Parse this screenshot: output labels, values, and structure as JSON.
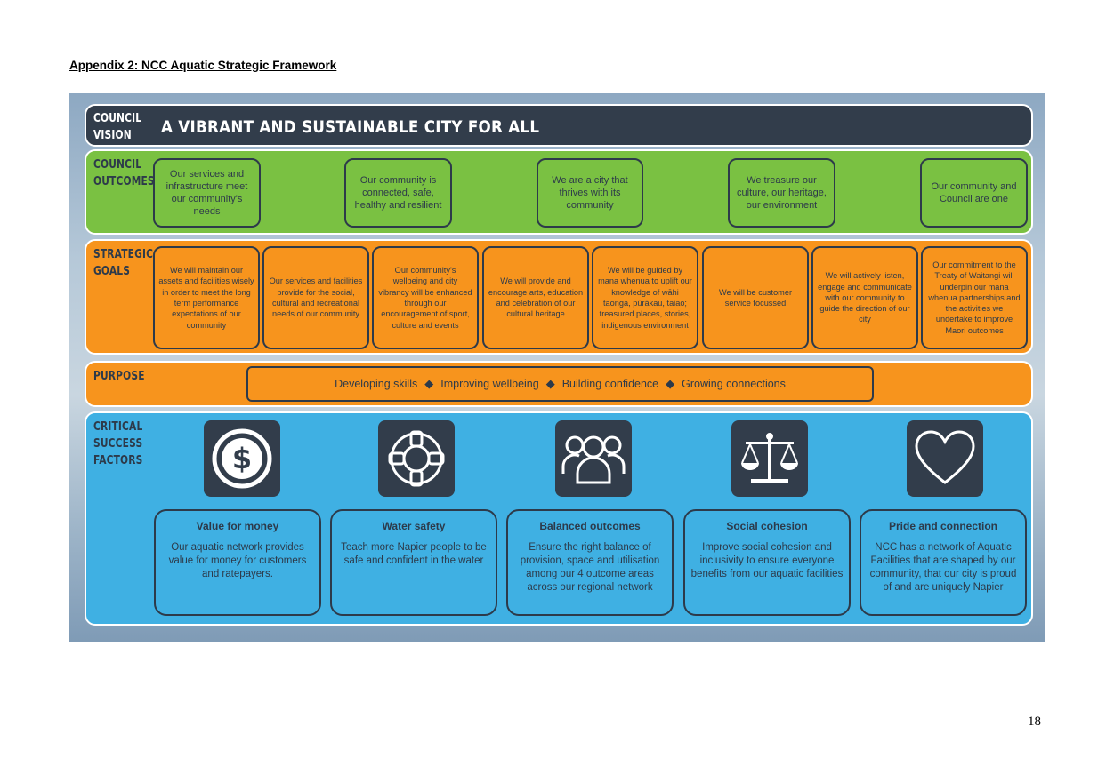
{
  "heading": "Appendix 2: NCC Aquatic Strategic Framework",
  "page_number": "18",
  "vision": {
    "label": "COUNCIL\nVISION",
    "text": "A VIBRANT AND SUSTAINABLE CITY FOR ALL"
  },
  "outcomes": {
    "label": "COUNCIL\nOUTCOMES",
    "items": [
      "Our services and infrastructure meet our community's needs",
      "Our community is connected, safe, healthy and resilient",
      "We are a city that thrives with its community",
      "We treasure our culture, our heritage, our environment",
      "Our community and Council are one"
    ]
  },
  "goals": {
    "label": "STRATEGIC\nGOALS",
    "items": [
      "We will maintain our assets and facilities wisely in order to meet the long term performance expectations of our community",
      "Our services and facilities provide for the social, cultural and recreational needs of our community",
      "Our community's wellbeing and city vibrancy will be enhanced through our encouragement of sport, culture and events",
      "We will provide and encourage arts, education and celebration of our cultural heritage",
      "We will be guided by mana whenua to uplift our knowledge of wāhi taonga, pūrākau, taiao; treasured places, stories, indigenous environment",
      "We will be customer service focussed",
      "We will actively listen, engage and communicate with our community to guide the direction of our city",
      "Our commitment to the Treaty of Waitangi will underpin our mana whenua partnerships and the activities we undertake to improve Maori outcomes"
    ]
  },
  "purpose": {
    "label": "PURPOSE",
    "items": [
      "Developing skills",
      "Improving wellbeing",
      "Building confidence",
      "Growing connections"
    ]
  },
  "csf": {
    "label": "CRITICAL\nSUCCESS\nFACTORS",
    "items": [
      {
        "icon": "dollar-coin-icon",
        "title": "Value for money",
        "desc": "Our aquatic network provides value for money for customers and ratepayers."
      },
      {
        "icon": "life-ring-icon",
        "title": "Water safety",
        "desc": "Teach more Napier people to be safe and confident in the water"
      },
      {
        "icon": "group-people-icon",
        "title": "Balanced outcomes",
        "desc": "Ensure the right balance of provision, space and utilisation among our 4 outcome areas across our regional network"
      },
      {
        "icon": "scales-icon",
        "title": "Social cohesion",
        "desc": "Improve social cohesion and inclusivity to ensure everyone benefits from our aquatic facilities"
      },
      {
        "icon": "heart-icon",
        "title": "Pride and connection",
        "desc": "NCC has a network of Aquatic Facilities that are shaped by our community, that our city is proud of and are uniquely Napier"
      }
    ]
  },
  "colors": {
    "vision": "#323d4b",
    "outcomes": "#7ac142",
    "goals": "#f7941d",
    "purpose": "#f7941d",
    "csf": "#3fb0e3",
    "outline": "#2d3a4a"
  }
}
